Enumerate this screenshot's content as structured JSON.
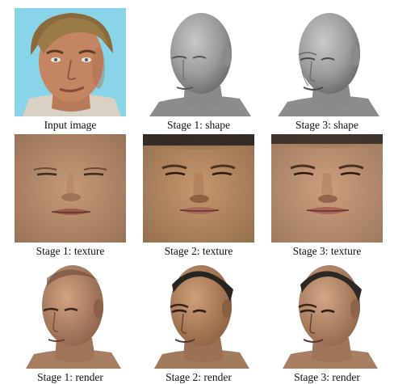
{
  "rows": [
    {
      "captions": [
        "Input image",
        "Stage 1: shape",
        "Stage 3: shape"
      ]
    },
    {
      "captions": [
        "Stage 1: texture",
        "Stage 2: texture",
        "Stage 3: texture"
      ]
    },
    {
      "captions": [
        "Stage 1: render",
        "Stage 2: render",
        "Stage 3: render"
      ]
    }
  ],
  "colors": {
    "background": "#ffffff",
    "input_bg": "#7fd0e8",
    "mesh_gray": "#9a9a9a",
    "skin_stage1": "#b98867",
    "skin_stage2": "#b98a62",
    "skin_stage3": "#c09071",
    "hair_dark": "#2a2420"
  }
}
